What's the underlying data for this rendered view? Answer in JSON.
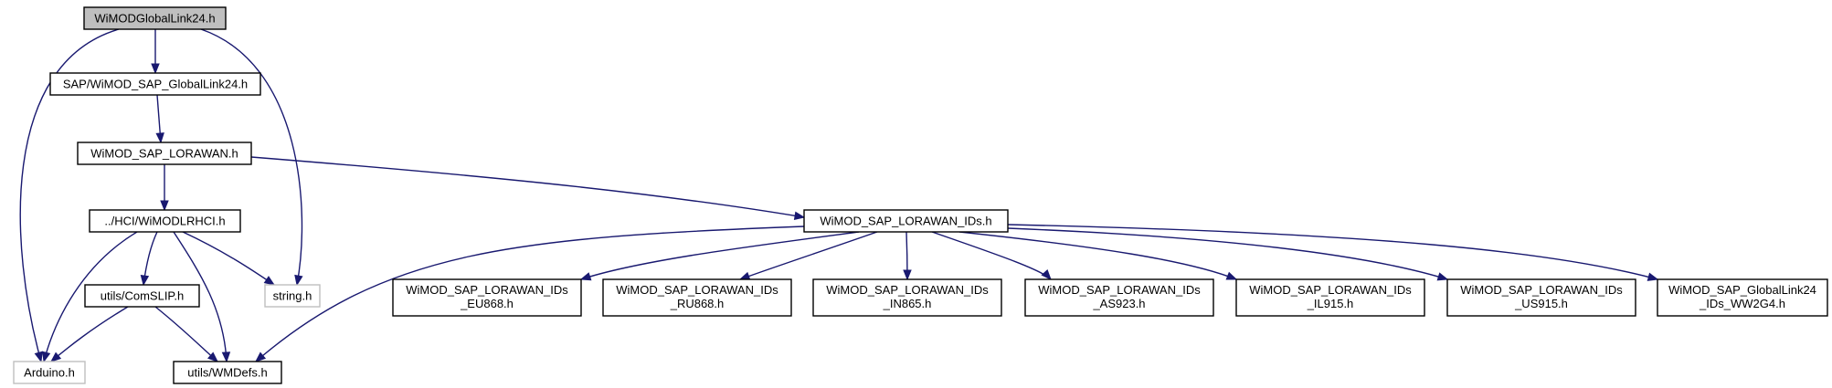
{
  "graph": {
    "nodes": [
      {
        "id": "root",
        "lines": [
          "WiMODGlobalLink24.h"
        ]
      },
      {
        "id": "sap_gl24",
        "lines": [
          "SAP/WiMOD_SAP_GlobalLink24.h"
        ]
      },
      {
        "id": "sap_lorawan",
        "lines": [
          "WiMOD_SAP_LORAWAN.h"
        ]
      },
      {
        "id": "hci",
        "lines": [
          "../HCI/WiMODLRHCI.h"
        ]
      },
      {
        "id": "lorawan_ids",
        "lines": [
          "WiMOD_SAP_LORAWAN_IDs.h"
        ]
      },
      {
        "id": "comslip",
        "lines": [
          "utils/ComSLIP.h"
        ]
      },
      {
        "id": "string",
        "lines": [
          "string.h"
        ]
      },
      {
        "id": "arduino",
        "lines": [
          "Arduino.h"
        ]
      },
      {
        "id": "wmdefs",
        "lines": [
          "utils/WMDefs.h"
        ]
      },
      {
        "id": "eu868",
        "lines": [
          "WiMOD_SAP_LORAWAN_IDs",
          "_EU868.h"
        ]
      },
      {
        "id": "ru868",
        "lines": [
          "WiMOD_SAP_LORAWAN_IDs",
          "_RU868.h"
        ]
      },
      {
        "id": "in865",
        "lines": [
          "WiMOD_SAP_LORAWAN_IDs",
          "_IN865.h"
        ]
      },
      {
        "id": "as923",
        "lines": [
          "WiMOD_SAP_LORAWAN_IDs",
          "_AS923.h"
        ]
      },
      {
        "id": "il915",
        "lines": [
          "WiMOD_SAP_LORAWAN_IDs",
          "_IL915.h"
        ]
      },
      {
        "id": "us915",
        "lines": [
          "WiMOD_SAP_LORAWAN_IDs",
          "_US915.h"
        ]
      },
      {
        "id": "ww2g4",
        "lines": [
          "WiMOD_SAP_GlobalLink24",
          "_IDs_WW2G4.h"
        ]
      }
    ],
    "edges": [
      {
        "from": "root",
        "to": "sap_gl24"
      },
      {
        "from": "root",
        "to": "arduino"
      },
      {
        "from": "root",
        "to": "string"
      },
      {
        "from": "sap_gl24",
        "to": "sap_lorawan"
      },
      {
        "from": "sap_lorawan",
        "to": "hci"
      },
      {
        "from": "sap_lorawan",
        "to": "lorawan_ids"
      },
      {
        "from": "hci",
        "to": "arduino"
      },
      {
        "from": "hci",
        "to": "comslip"
      },
      {
        "from": "hci",
        "to": "wmdefs"
      },
      {
        "from": "hci",
        "to": "string"
      },
      {
        "from": "comslip",
        "to": "arduino"
      },
      {
        "from": "comslip",
        "to": "wmdefs"
      },
      {
        "from": "lorawan_ids",
        "to": "wmdefs"
      },
      {
        "from": "lorawan_ids",
        "to": "eu868"
      },
      {
        "from": "lorawan_ids",
        "to": "ru868"
      },
      {
        "from": "lorawan_ids",
        "to": "in865"
      },
      {
        "from": "lorawan_ids",
        "to": "as923"
      },
      {
        "from": "lorawan_ids",
        "to": "il915"
      },
      {
        "from": "lorawan_ids",
        "to": "us915"
      },
      {
        "from": "lorawan_ids",
        "to": "ww2g4"
      }
    ]
  }
}
